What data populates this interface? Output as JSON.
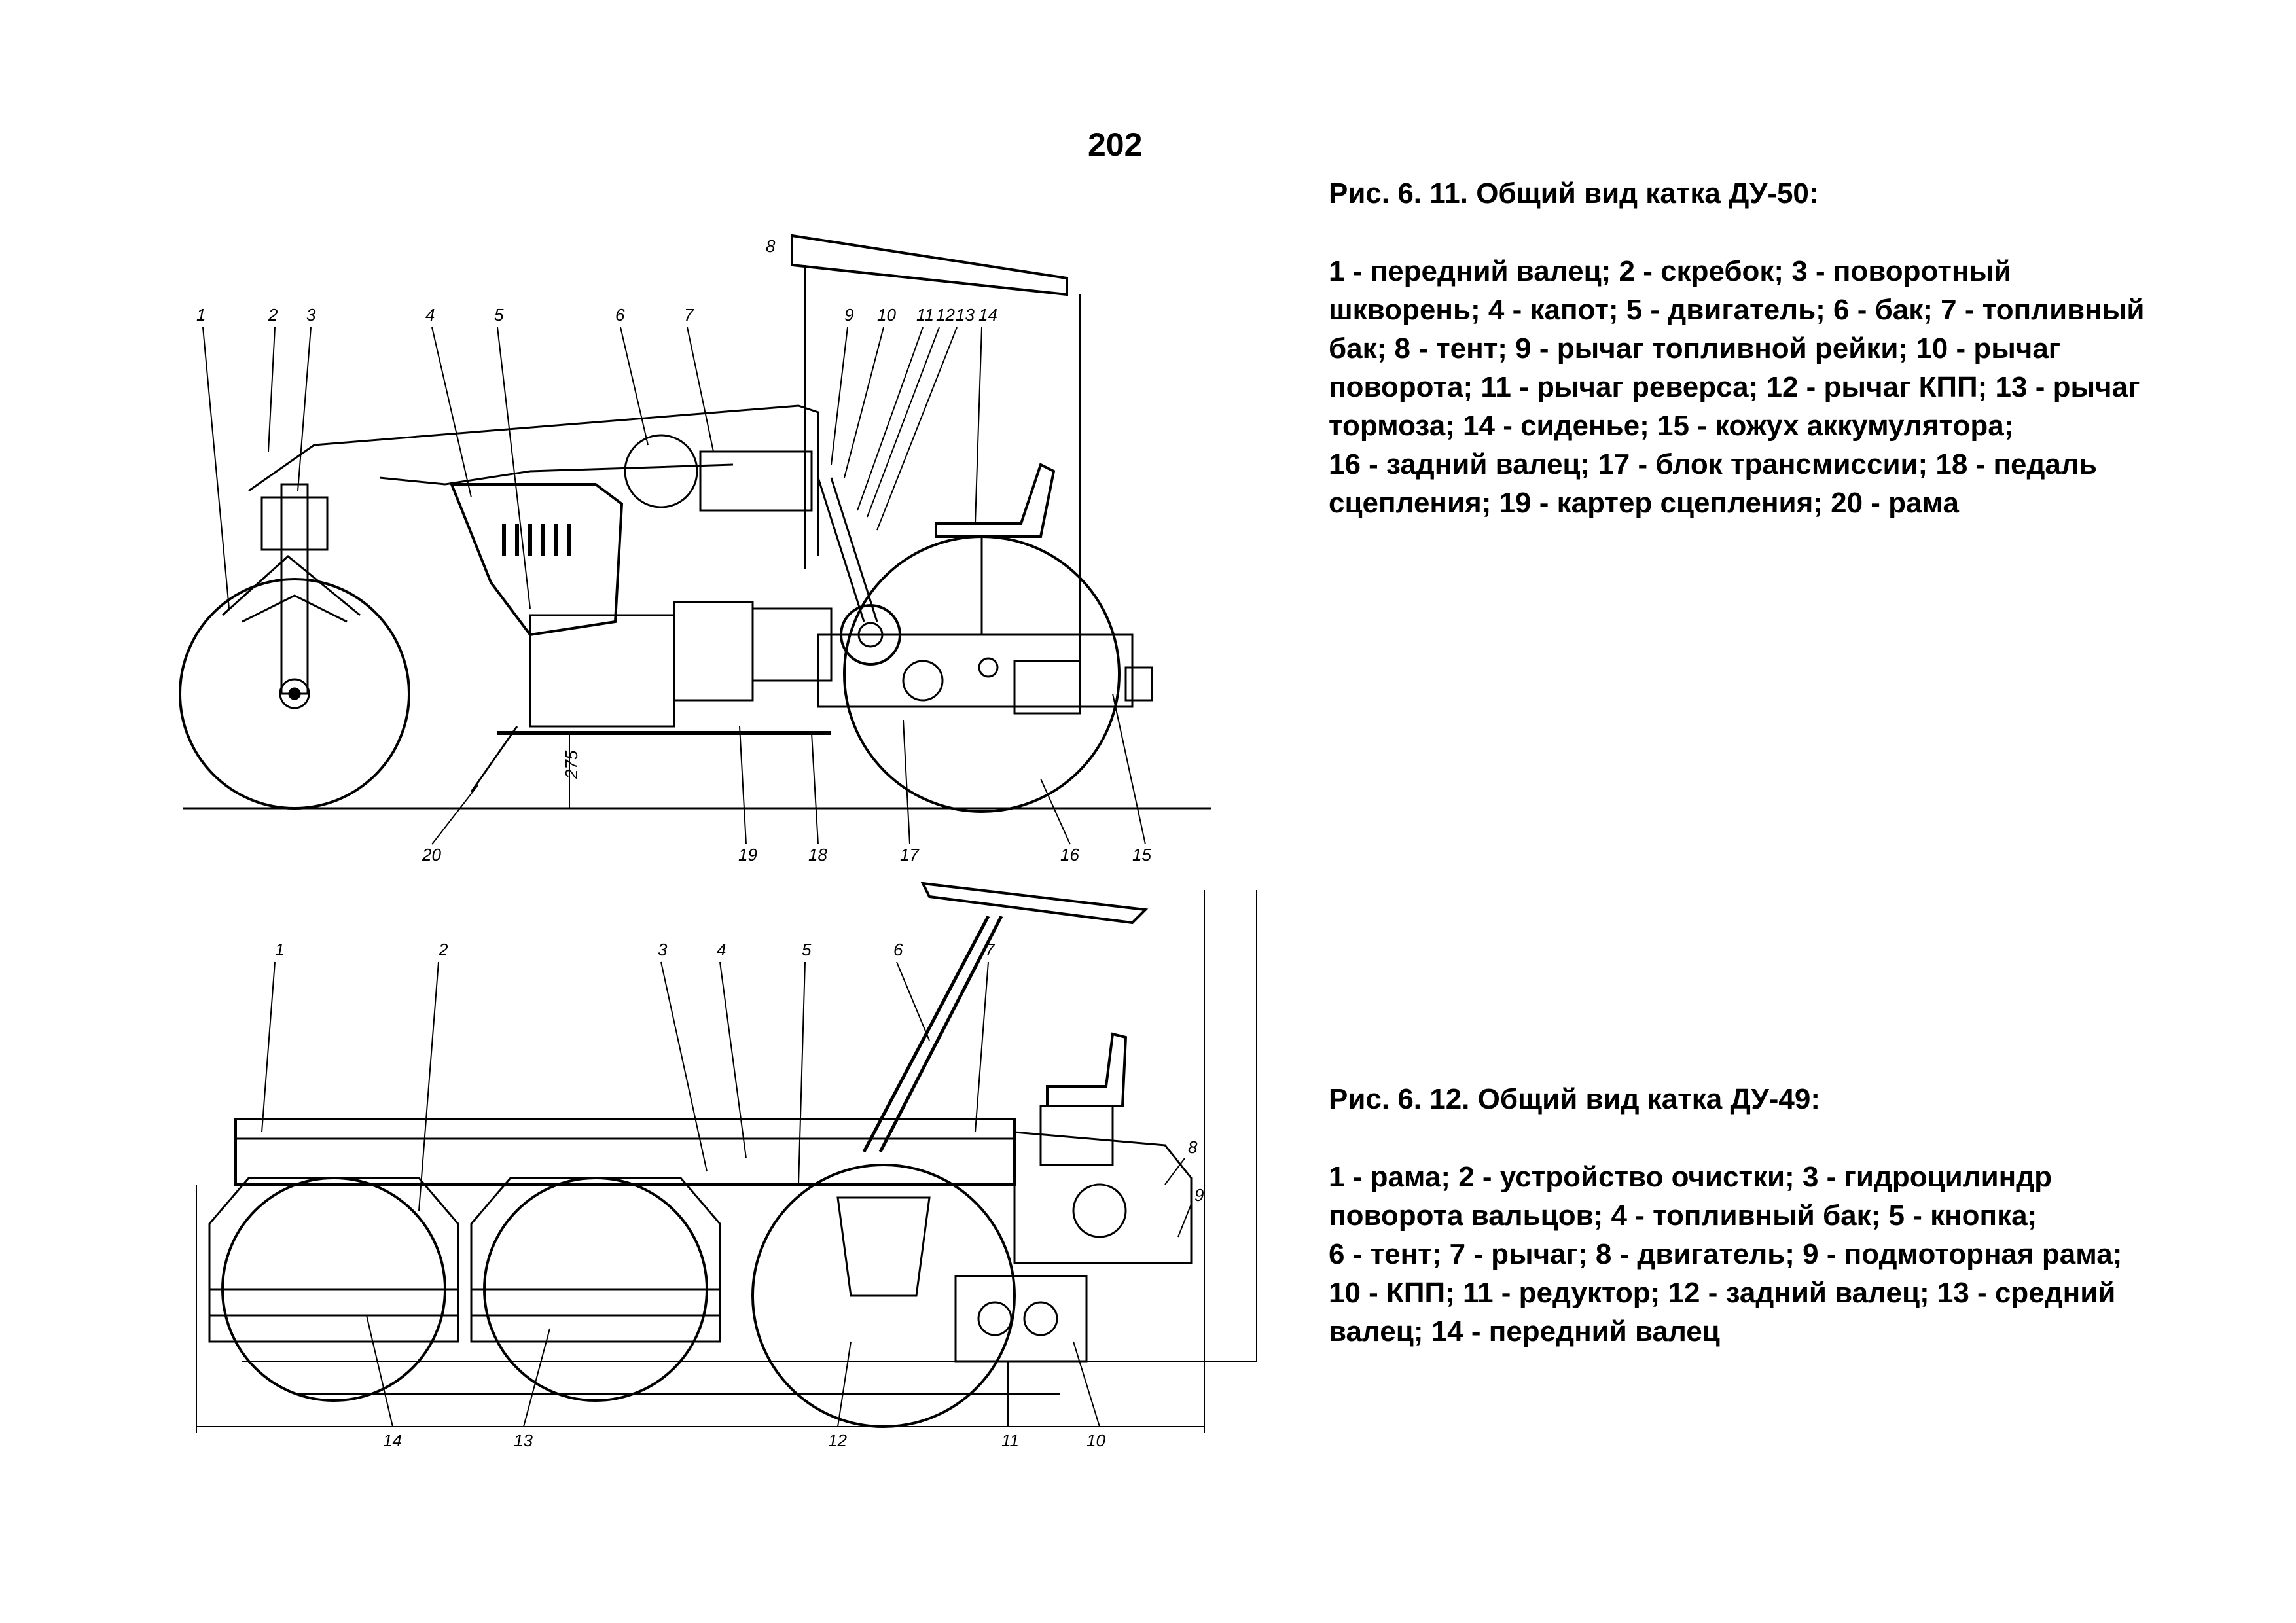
{
  "page_number": "202",
  "figure1": {
    "title": "Рис. 6. 11. Общий вид катка ДУ-50:",
    "legend": "1 - передний валец; 2 - скребок; 3 - поворотный\nшкворень; 4 - капот; 5 - двигатель; 6 - бак; 7 - топливный\nбак; 8 - тент; 9 - рычаг топливной рейки; 10 - рычаг\nповорота; 11 - рычаг реверса; 12 - рычаг КПП; 13 - рычаг\nтормоза; 14 - сиденье; 15 - кожух аккумулятора;\n16 - задний валец; 17 - блок трансмиссии; 18 - педаль\nсцепления; 19 - картер сцепления; 20 - рама",
    "dimension": "275",
    "callouts": [
      "1",
      "2",
      "3",
      "4",
      "5",
      "6",
      "7",
      "8",
      "9",
      "10",
      "11",
      "12",
      "13",
      "14",
      "15",
      "16",
      "17",
      "18",
      "19",
      "20"
    ]
  },
  "figure2": {
    "title": "Рис. 6. 12. Общий вид катка ДУ-49:",
    "legend": "1 - рама;  2 - устройство очистки; 3 - гидроцилиндр\nповорота вальцов; 4 - топливный бак; 5 - кнопка;\n6 - тент; 7 - рычаг; 8 - двигатель; 9 - подмоторная рама;\n10 - КПП; 11 - редуктор; 12 - задний валец; 13 - средний\nвалец; 14 - передний валец",
    "callouts": [
      "1",
      "2",
      "3",
      "4",
      "5",
      "6",
      "7",
      "8",
      "9",
      "10",
      "11",
      "12",
      "13",
      "14"
    ]
  }
}
